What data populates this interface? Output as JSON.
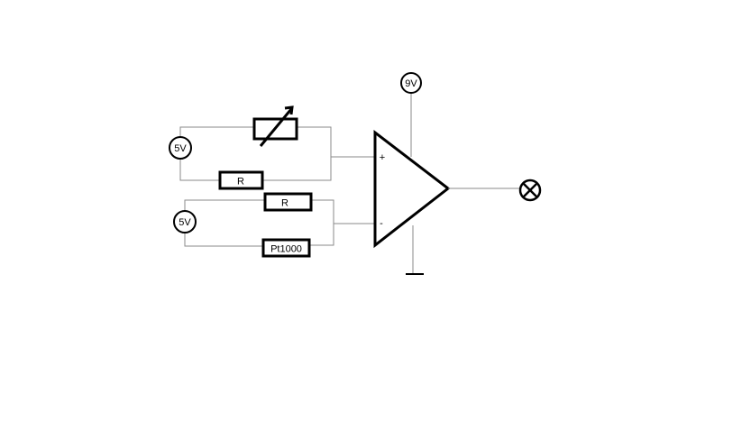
{
  "supply": {
    "label": "9V"
  },
  "sources": [
    {
      "label": "5V"
    },
    {
      "label": "5V"
    }
  ],
  "resistors": {
    "top_fixed": "R",
    "bottom_fixed": "R",
    "sensor": "Pt1000"
  },
  "opamp": {
    "plus": "+",
    "minus": "-"
  },
  "icons": {
    "variable_resistor": "variable-resistor-icon",
    "ground": "ground-icon",
    "lamp": "lamp-icon"
  },
  "colors": {
    "wire": "#8a8a8a",
    "component": "#000000"
  }
}
